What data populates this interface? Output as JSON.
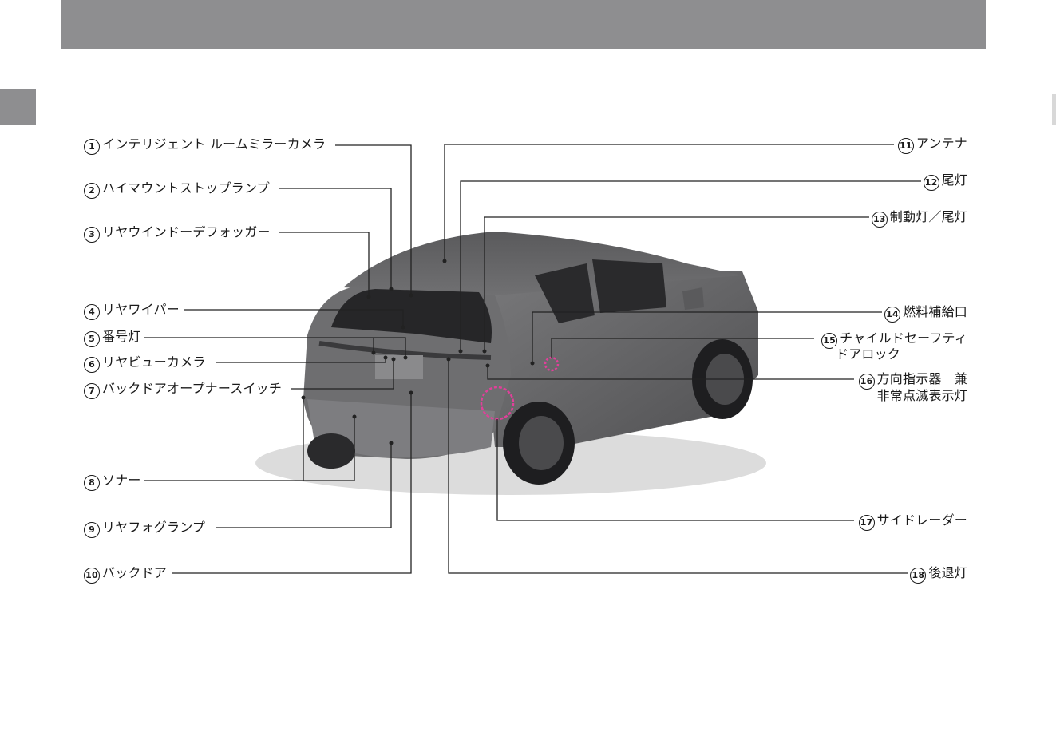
{
  "page": {
    "labels": [
      {
        "num": "1",
        "text": "インテリジェント ルームミラーカメラ"
      },
      {
        "num": "2",
        "text": "ハイマウントストップランプ"
      },
      {
        "num": "3",
        "text": "リヤウインドーデフォッガー"
      },
      {
        "num": "4",
        "text": "リヤワイパー"
      },
      {
        "num": "5",
        "text": "番号灯"
      },
      {
        "num": "6",
        "text": "リヤビューカメラ"
      },
      {
        "num": "7",
        "text": "バックドアオープナースイッチ"
      },
      {
        "num": "8",
        "text": "ソナー"
      },
      {
        "num": "9",
        "text": "リヤフォグランプ"
      },
      {
        "num": "10",
        "text": "バックドア"
      },
      {
        "num": "11",
        "text": "アンテナ"
      },
      {
        "num": "12",
        "text": "尾灯"
      },
      {
        "num": "13",
        "text": "制動灯／尾灯"
      },
      {
        "num": "14",
        "text": "燃料補給口"
      },
      {
        "num": "15",
        "text": "チャイルドセーフティ",
        "text2": "ドアロック"
      },
      {
        "num": "16",
        "text": "方向指示器　兼",
        "text2": "非常点滅表示灯"
      },
      {
        "num": "17",
        "text": "サイドレーダー"
      },
      {
        "num": "18",
        "text": "後退灯"
      }
    ]
  },
  "colors": {
    "header": "#8e8e90",
    "car_body": "#6a6a6c",
    "car_dark": "#2e2e30",
    "highlight": "#e0409a"
  }
}
